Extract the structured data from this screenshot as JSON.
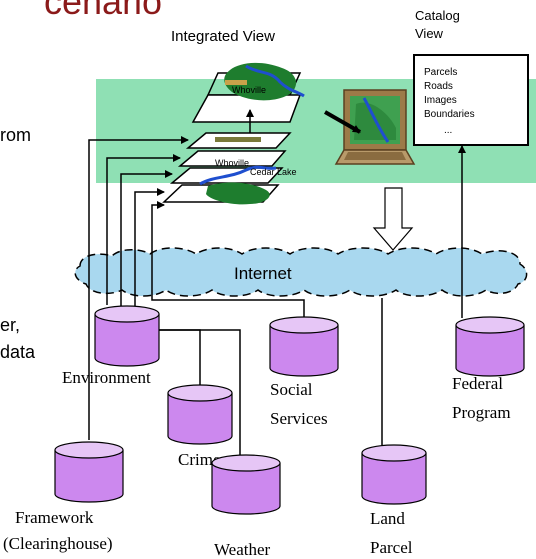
{
  "header": {
    "title_fragment": "cenario"
  },
  "left_fragments": {
    "line1": "rom",
    "line2": "er,",
    "line3": "data"
  },
  "integrated_view": {
    "label": "Integrated View"
  },
  "catalog_view": {
    "label_line1": "Catalog",
    "label_line2": "View",
    "items": [
      "Parcels",
      "Roads",
      "Images",
      "Boundaries",
      "..."
    ]
  },
  "map_layers": {
    "top_label": "Whoville",
    "mid_label": "Whoville",
    "bottom_label": "Cedar Lake"
  },
  "network": {
    "label": "Internet"
  },
  "databases": [
    {
      "id": "environment",
      "lines": [
        "Environment"
      ]
    },
    {
      "id": "crime",
      "lines": [
        "Crime"
      ]
    },
    {
      "id": "social",
      "lines": [
        "Social",
        "Services"
      ]
    },
    {
      "id": "federal",
      "lines": [
        "Federal",
        "Program"
      ]
    },
    {
      "id": "framework",
      "lines": [
        "Framework",
        "(Clearinghouse)"
      ]
    },
    {
      "id": "weather",
      "lines": [
        "Weather"
      ]
    },
    {
      "id": "land",
      "lines": [
        "Land",
        "Parcel"
      ]
    }
  ],
  "colors": {
    "title": "#8b1a1a",
    "band": "#8fe0b4",
    "cloud": "#a9d8ef",
    "cylinder_side": "#cc88ee",
    "cylinder_top": "#e6c6f6",
    "map_land": "#1e7d2e",
    "map_water": "#1f4fcf"
  }
}
